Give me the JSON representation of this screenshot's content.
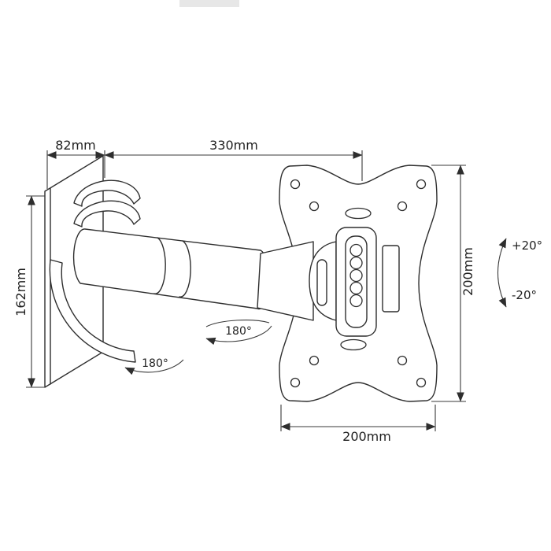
{
  "meta": {
    "title": "Articulating TV wall mount bracket — dimensional technical drawing"
  },
  "drawing": {
    "line_color": "#2e2e2e",
    "background": "#ffffff"
  },
  "dimensions": {
    "wall_offset": "82mm",
    "arm_extension": "330mm",
    "wall_plate_height": "162mm",
    "vesa_height": "200mm",
    "vesa_width": "200mm"
  },
  "angles": {
    "tilt_up": "+20°",
    "tilt_down": "-20°",
    "arm_swivel": "180°",
    "base_swivel": "180°"
  }
}
